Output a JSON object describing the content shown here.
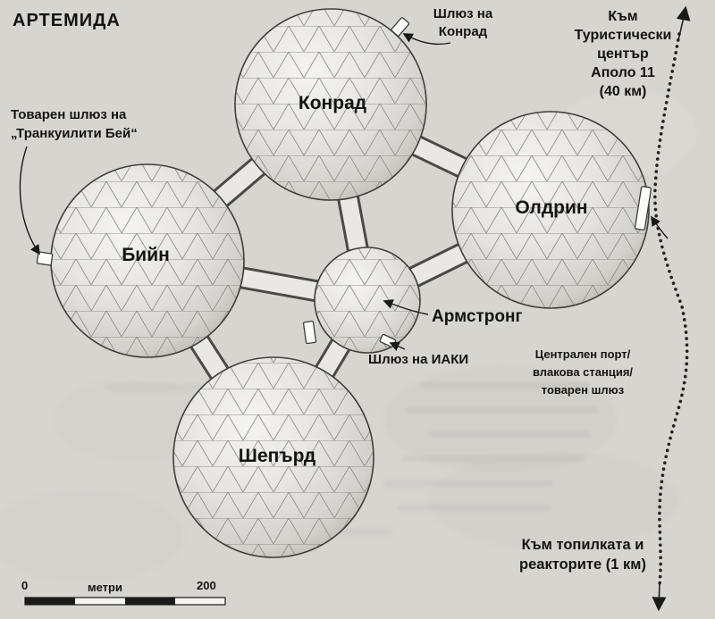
{
  "title": "АРТЕМИДА",
  "domes": {
    "conrad": "Конрад",
    "aldrin": "Олдрин",
    "bean": "Бийн",
    "shepard": "Шепърд",
    "armstrong": "Армстронг"
  },
  "labels": {
    "conrad_airlock": [
      "Шлюз на",
      "Конрад"
    ],
    "tourist_center": [
      "Към",
      "Туристически",
      "център",
      "Аполо 11",
      "(40 км)"
    ],
    "cargo_airlock": [
      "Товарен шлюз на",
      "„Транкуилити Бей“"
    ],
    "iaki_airlock": "Шлюз на ИАКИ",
    "central_port": [
      "Централен порт/",
      "влакова станция/",
      "товарен шлюз"
    ],
    "smelter": [
      "Към топилката и",
      "реакторите (1 км)"
    ]
  },
  "scale_bar": {
    "start": "0",
    "unit": "метри",
    "end": "200"
  },
  "colors": {
    "background": "#d7d5d0",
    "dome_light": "#f5f4f1",
    "dome_dark": "#b5b4af",
    "mesh_line": "#90908a",
    "outline": "#3f3f3a",
    "ink": "#1a1a18"
  }
}
